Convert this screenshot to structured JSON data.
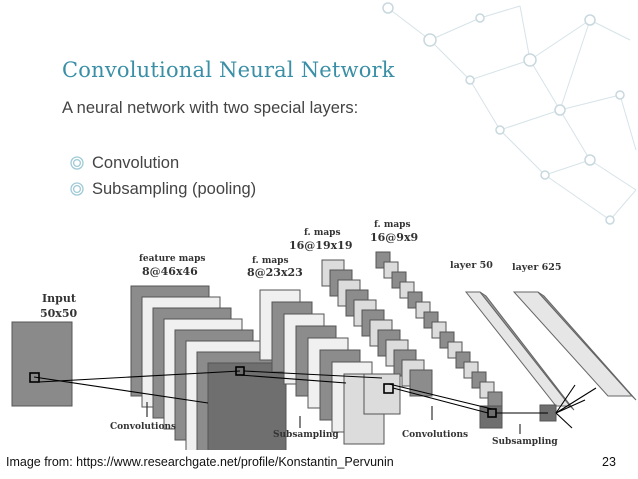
{
  "slide": {
    "title": "Convolutional Neural Network",
    "subtitle": "A neural network with two special layers:",
    "bullets": [
      "Convolution",
      "Subsampling (pooling)"
    ],
    "caption": "Image from: https://www.researchgate.net/profile/Konstantin_Pervunin",
    "page_number": "23"
  },
  "diagram": {
    "input_label": "Input",
    "input_size": "50x50",
    "fm1_label": "feature maps",
    "fm1_size": "8@46x46",
    "fm2_label": "f. maps",
    "fm2_size": "8@23x23",
    "fm3_label": "f. maps",
    "fm3_size": "16@19x19",
    "fm4_label": "f. maps",
    "fm4_size": "16@9x9",
    "layer1_label": "layer 50",
    "layer2_label": "layer 625",
    "op_conv1": "Convolutions",
    "op_sub1": "Subsampling",
    "op_conv2": "Convolutions",
    "op_sub2": "Subsampling"
  },
  "colors": {
    "title": "#3a8fa6",
    "bullet": "#3a8fa6",
    "background_network": "#d6e3e8"
  },
  "icons": {
    "bullet": "circle-bullet-icon"
  }
}
